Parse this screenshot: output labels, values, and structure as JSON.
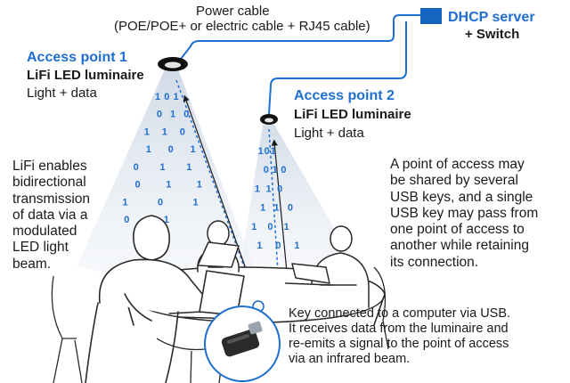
{
  "power_cable": {
    "line1": "Power cable",
    "line2": "(POE/POE+ or electric cable + RJ45 cable)"
  },
  "dhcp": {
    "title": "DHCP server",
    "subtitle": "+ Switch"
  },
  "ap1": {
    "title": "Access point 1",
    "luminaire": "LiFi LED luminaire",
    "desc": "Light + data",
    "digits": [
      "1",
      "0",
      "1",
      "0",
      "1",
      "0",
      "1",
      "1",
      "0",
      "1",
      "0",
      "1",
      "0",
      "1",
      "1",
      "0",
      "1",
      "1",
      "1",
      "0",
      "1",
      "0",
      "1"
    ]
  },
  "ap2": {
    "title": "Access point 2",
    "luminaire": "LiFi LED luminaire",
    "desc": "Light + data",
    "digits": [
      "1",
      "0",
      "1",
      "0",
      "1",
      "0",
      "1",
      "1",
      "0",
      "1",
      "1",
      "0",
      "1",
      "0",
      "1",
      "1",
      "0",
      "1"
    ]
  },
  "left_text": [
    "LiFi enables",
    "bidirectional",
    "transmission",
    "of data via a",
    "modulated",
    "LED light",
    "beam."
  ],
  "right_text": [
    "A point of access may",
    "be shared by several",
    "USB keys, and a single",
    "USB key may pass from",
    "one point of access to",
    "another while retaining",
    "its connection."
  ],
  "bottom_text": [
    "Key connected to a computer via USB.",
    "It receives data from the luminaire and",
    "re-emits a signal to the point of access",
    "via an infrared beam."
  ],
  "colors": {
    "accent": "#1f6fd1",
    "dhcp_box": "#1565c0",
    "text": "#1a1a1a",
    "beam": "#e8eef6",
    "sketch": "#2a2a2a"
  }
}
